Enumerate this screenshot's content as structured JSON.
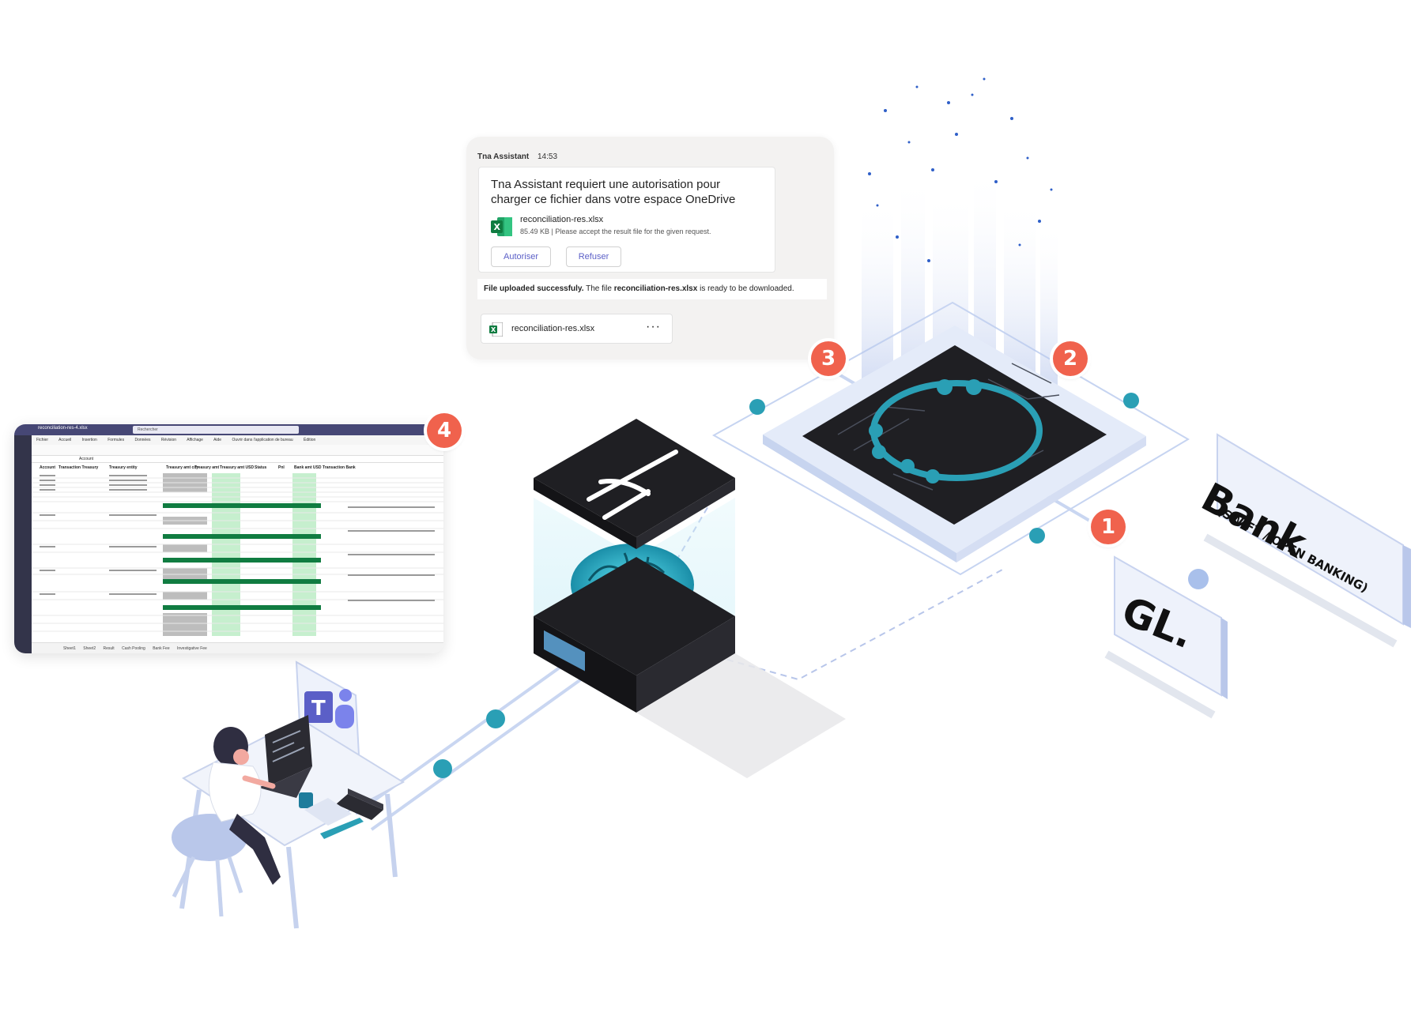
{
  "chat": {
    "sender": "Tna Assistant",
    "time": "14:53",
    "card_title": "Tna Assistant requiert une autorisation pour charger ce fichier dans votre espace OneDrive",
    "file_name": "reconciliation-res.xlsx",
    "file_meta": "85.49 KB | Please accept the result file for the given request.",
    "allow_label": "Autoriser",
    "refuse_label": "Refuser",
    "upload_bold": "File uploaded successfuly.",
    "upload_mid": " The file ",
    "upload_file": "reconciliation-res.xlsx",
    "upload_tail": " is ready to be downloaded.",
    "chip_name": "reconciliation-res.xlsx",
    "chip_more": "···"
  },
  "sheet": {
    "title": "reconciliation-res-4.xlsx",
    "search": "Rechercher",
    "menu": [
      "Fichier",
      "Accueil",
      "Insertion",
      "Formules",
      "Données",
      "Révision",
      "Affichage",
      "Aide",
      "Ouvrir dans l'application de bureau",
      "Édition"
    ],
    "formula_value": "Account",
    "columns": [
      "Account",
      "Transaction Treasury",
      "Treasury entity",
      "Treasury amt ccy",
      "Treasury amt",
      "Treasury amt USD",
      "Status",
      "Pnl",
      "Bank amt USD",
      "Transaction Bank"
    ],
    "tabs": [
      "Sheet1",
      "Sheet2",
      "Result",
      "Cash Pooling",
      "Bank Fee",
      "Investigative Fee"
    ]
  },
  "badges": [
    "1",
    "2",
    "3",
    "4"
  ],
  "stands": {
    "bank": "Bank",
    "bank_sub": "(SWIFT / OPEN BANKING)",
    "gl": "GL."
  },
  "colors": {
    "accent_teal": "#2a9fb5",
    "badge": "#f0624d",
    "teams_purple": "#5b5fc7",
    "chip_dark": "#1f1f23",
    "plate_light": "#eef2fb"
  }
}
